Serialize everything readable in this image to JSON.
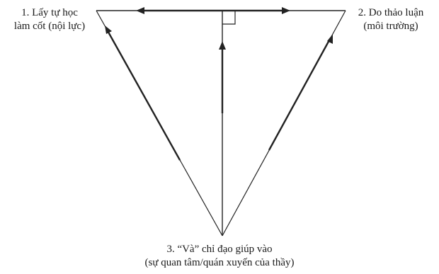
{
  "labels": {
    "left": {
      "line1": "1. Lấy tự học",
      "line2": "làm cốt (nội lực)"
    },
    "right": {
      "line1": "2. Do thảo luận",
      "line2": "(môi trường)"
    },
    "bottom": {
      "line1": "3. “Và” chỉ đạo giúp vào",
      "line2": "(sự quan tâm/quán xuyến của thầy)"
    }
  },
  "colors": {
    "line": "#222222",
    "text": "#1a1a1a"
  }
}
